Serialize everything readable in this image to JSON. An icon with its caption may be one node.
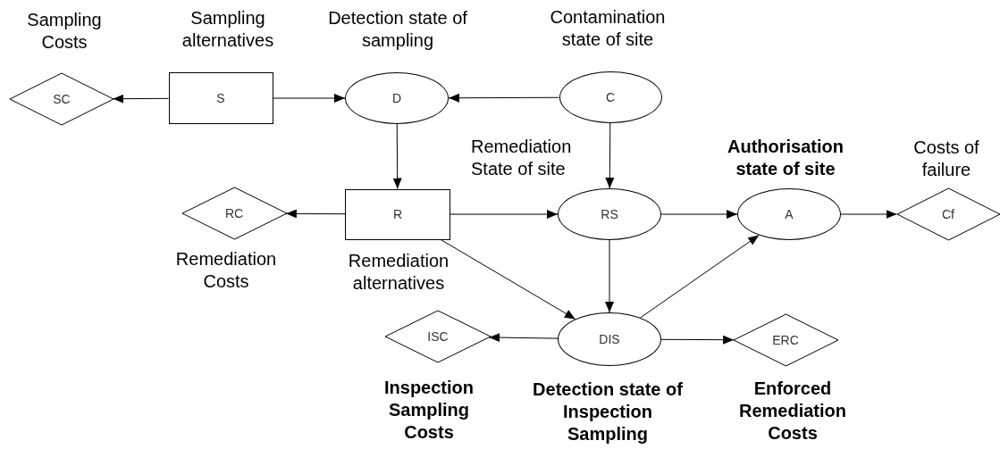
{
  "diagram": {
    "nodes": [
      {
        "text": [
          "Sampling Costs",
          "SC"
        ]
      },
      {
        "text": [
          "Sampling alternatives",
          "S"
        ]
      },
      {
        "text": [
          "Detection state of sampling",
          "D"
        ]
      },
      {
        "text": [
          "Contamination state of site",
          "C"
        ]
      },
      {
        "text": [
          "RC",
          "Remediation Costs"
        ]
      },
      {
        "text": [
          "R",
          "Remediation alternatives"
        ]
      },
      {
        "text": [
          "Remediation State of site",
          "RS"
        ]
      },
      {
        "text": [
          "Authorisation state of site",
          "A"
        ]
      },
      {
        "text": [
          "Costs of failure",
          "Cf"
        ]
      },
      {
        "text": [
          "ISC",
          "Inspection Sampling Costs"
        ]
      },
      {
        "text": [
          "DIS",
          "Detection state of Inspection Sampling"
        ]
      },
      {
        "text": [
          "ERC",
          "Enforced Remediation Costs"
        ]
      }
    ],
    "edges": [
      {
        "from": 1,
        "to": 0,
        "arrow": "to"
      },
      {
        "from": 1,
        "to": 2,
        "arrow": "to"
      },
      {
        "from": 3,
        "to": 2,
        "arrow": "to"
      },
      {
        "from": 2,
        "to": 5,
        "arrow": "to"
      },
      {
        "from": 3,
        "to": 6,
        "arrow": "to"
      },
      {
        "from": 5,
        "to": 4,
        "arrow": "to"
      },
      {
        "from": 5,
        "to": 6,
        "arrow": "to"
      },
      {
        "from": 6,
        "to": 7,
        "arrow": "to"
      },
      {
        "from": 7,
        "to": 8,
        "arrow": "to"
      },
      {
        "from": 5,
        "to": 10,
        "arrow": "to"
      },
      {
        "from": 6,
        "to": 10,
        "arrow": "to"
      },
      {
        "from": 10,
        "to": 7,
        "arrow": "to"
      },
      {
        "from": 10,
        "to": 9,
        "arrow": "to"
      },
      {
        "from": 10,
        "to": 11,
        "arrow": "to"
      }
    ]
  }
}
